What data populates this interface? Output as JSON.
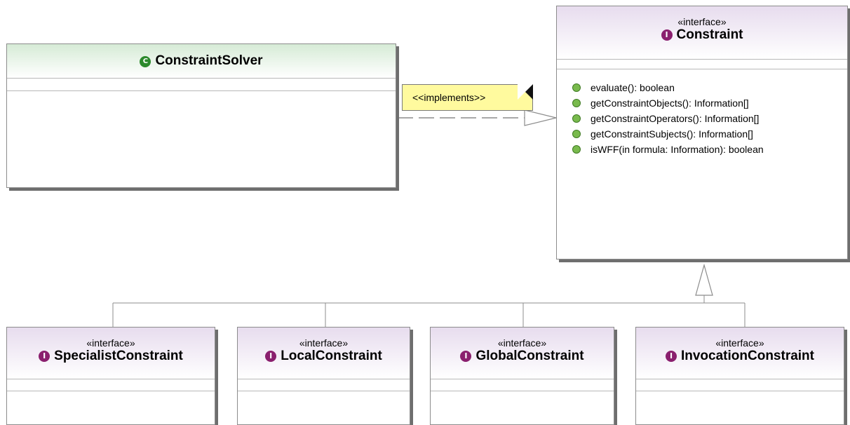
{
  "classes": {
    "constraint_solver": {
      "title": "ConstraintSolver",
      "icon": "class-icon"
    },
    "constraint": {
      "stereotype": "«interface»",
      "title": "Constraint",
      "icon": "interface-icon",
      "operations": [
        "evaluate(): boolean",
        "getConstraintObjects(): Information[]",
        "getConstraintOperators(): Information[]",
        "getConstraintSubjects(): Information[]",
        "isWFF(in formula: Information): boolean"
      ]
    },
    "specialist": {
      "stereotype": "«interface»",
      "title": "SpecialistConstraint",
      "icon": "interface-icon"
    },
    "local": {
      "stereotype": "«interface»",
      "title": "LocalConstraint",
      "icon": "interface-icon"
    },
    "global": {
      "stereotype": "«interface»",
      "title": "GlobalConstraint",
      "icon": "interface-icon"
    },
    "invocation": {
      "stereotype": "«interface»",
      "title": "InvocationConstraint",
      "icon": "interface-icon"
    }
  },
  "note": {
    "text": "<<implements>>"
  },
  "colors": {
    "class_header": "#d6ebd6",
    "interface_header": "#e7dcee",
    "interface_icon": "#8a1f6e",
    "class_icon": "#2d8a2d",
    "operation_dot": "#79ba4d",
    "note_fill": "#fffa9e"
  }
}
